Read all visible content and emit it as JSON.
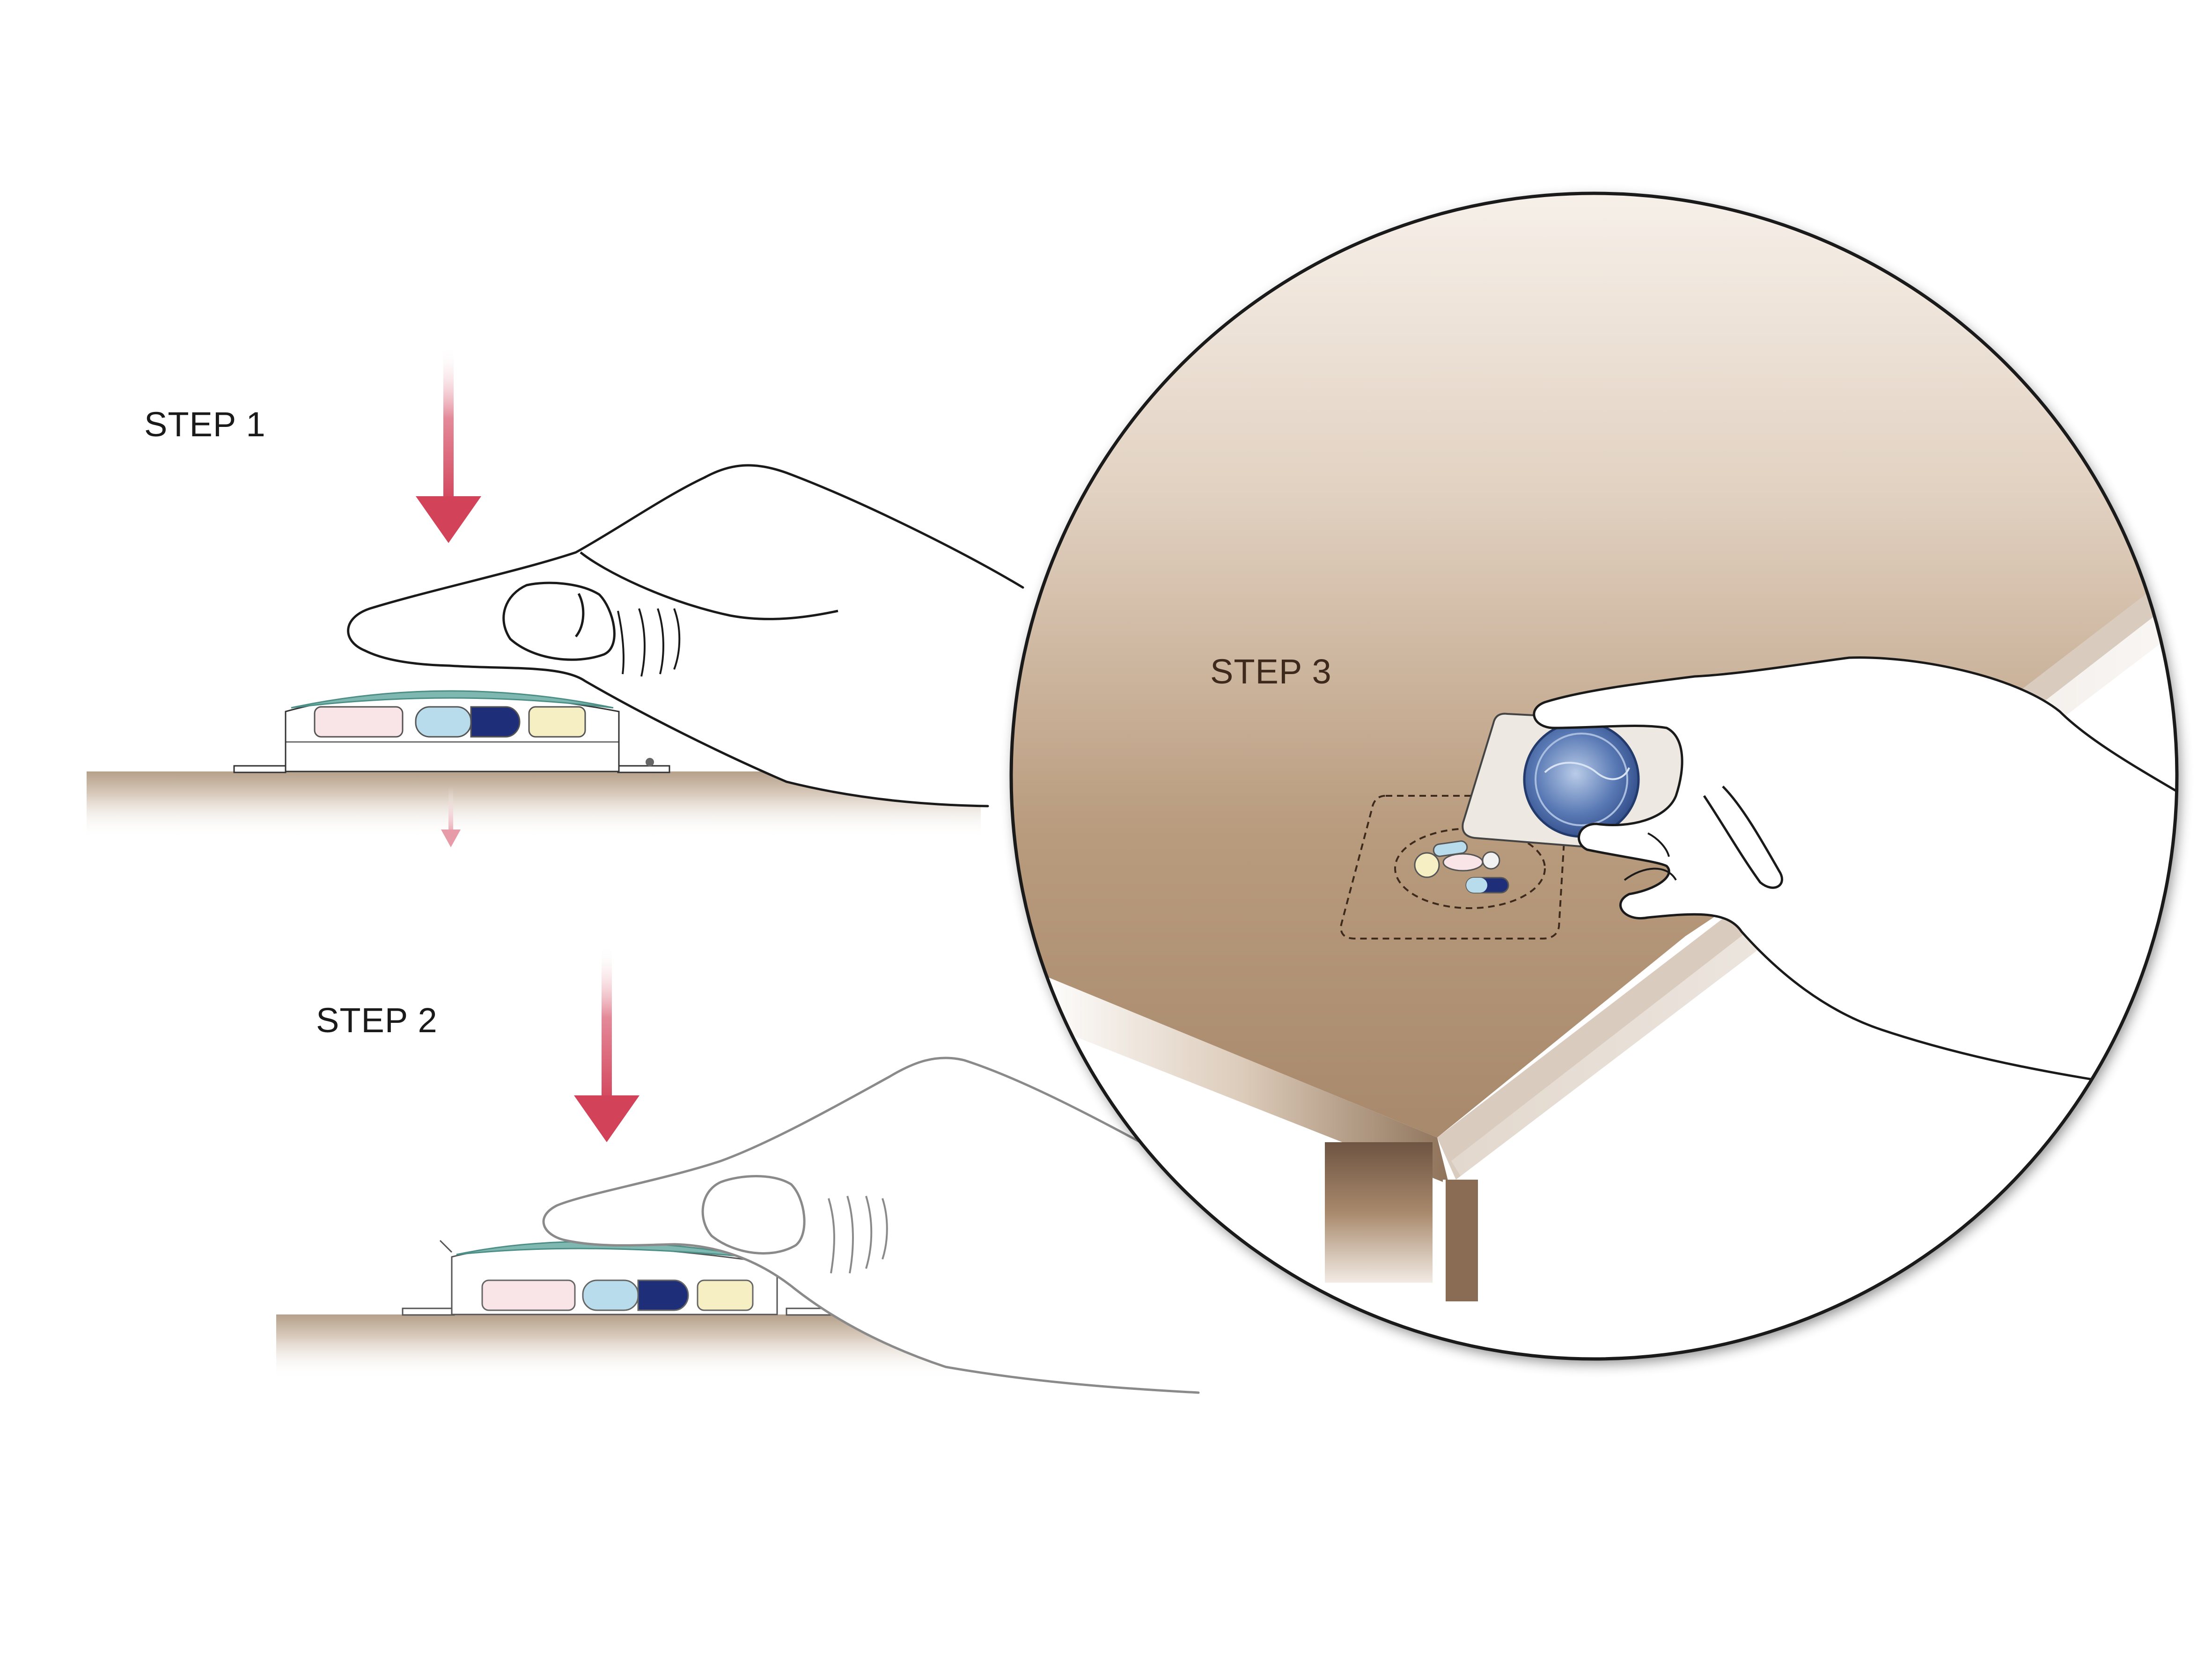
{
  "steps": [
    {
      "label": "STEP 1"
    },
    {
      "label": "STEP 2"
    },
    {
      "label": "STEP 3"
    }
  ],
  "colors": {
    "label_dark": "#1a1a1a",
    "label_brown": "#3d2a1c",
    "arrow_red": "#d2435a",
    "table_surface": "#c8b8a6",
    "table_top_light": "#efe7de",
    "table_top_dark": "#a8896c",
    "pill_pink": "#f9e4e7",
    "pill_light_blue": "#b8dcec",
    "pill_navy": "#1f2e78",
    "pill_yellow": "#f5efc3",
    "film_teal": "#7fb8b0",
    "coin_blue": "#4a6aa8"
  },
  "icons": {
    "press_arrow": "down-arrow-icon",
    "hand": "hand-icon",
    "pill": "capsule-icon",
    "coin": "coin-icon"
  }
}
